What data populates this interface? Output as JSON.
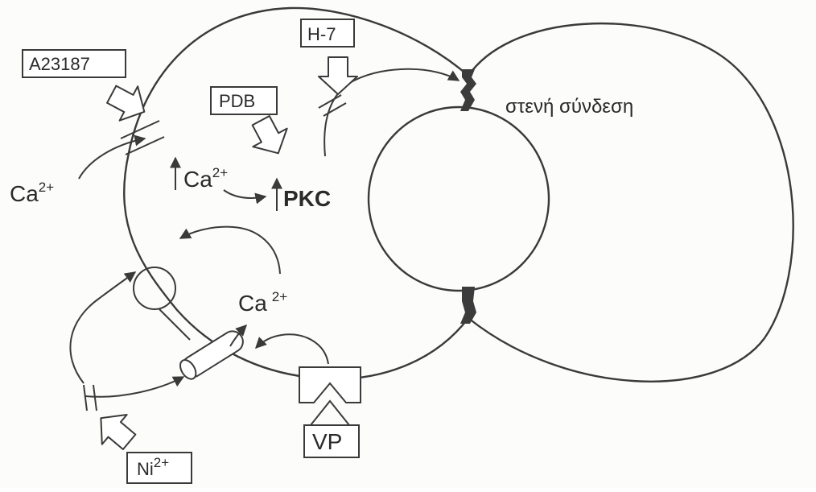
{
  "labels": {
    "a23187": "A23187",
    "h7": "H-7",
    "pdb": "PDB",
    "vp": "VP",
    "ni_base": "Ni",
    "ni_sup": "2+",
    "ca_outside_base": "Ca",
    "ca_outside_sup": "2+",
    "ca_inside_base": "Ca",
    "ca_inside_sup": "2+",
    "ca_channel_base": "Ca",
    "ca_channel_sup": "2+",
    "pkc": "PKC",
    "tight_junction": "στενή σύνδεση"
  },
  "icons": {
    "up_arrow": "up-arrow-icon",
    "hollow_arrow": "hollow-arrow-icon",
    "channel_block": "channel-block-icon"
  },
  "colors": {
    "line": "#3a3a3a",
    "junction": "#3c3c3c",
    "paper": "#fcfcfa"
  }
}
